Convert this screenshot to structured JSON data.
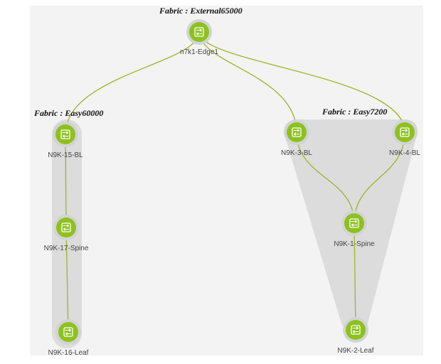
{
  "fabrics": [
    {
      "id": "external",
      "label": "Fabric : External65000"
    },
    {
      "id": "easy60000",
      "label": "Fabric : Easy60000"
    },
    {
      "id": "easy7200",
      "label": "Fabric : Easy7200"
    }
  ],
  "nodes": [
    {
      "id": "edge1",
      "label": "n7k1-Edge1"
    },
    {
      "id": "bl15",
      "label": "N9K-15-BL"
    },
    {
      "id": "spine17",
      "label": "N9K-17-Spine"
    },
    {
      "id": "leaf16",
      "label": "N9K-16-Leaf"
    },
    {
      "id": "bl3",
      "label": "N9K-3-BL"
    },
    {
      "id": "bl4",
      "label": "N9K-4-BL"
    },
    {
      "id": "spine1",
      "label": "N9K-1-Spine"
    },
    {
      "id": "leaf2",
      "label": "N9K-2-Leaf"
    }
  ],
  "links": [
    [
      "edge1",
      "bl15"
    ],
    [
      "edge1",
      "bl3"
    ],
    [
      "edge1",
      "bl4"
    ],
    [
      "bl15",
      "spine17"
    ],
    [
      "spine17",
      "leaf16"
    ],
    [
      "bl3",
      "spine1"
    ],
    [
      "bl4",
      "spine1"
    ],
    [
      "spine1",
      "leaf2"
    ]
  ],
  "colors": {
    "node_fill": "#8dc11f",
    "node_ring": "#d3d3d3",
    "link": "#9bb52a",
    "fabric_bg": "#dcdcdc",
    "canvas_bg": "#f3f3f3"
  }
}
